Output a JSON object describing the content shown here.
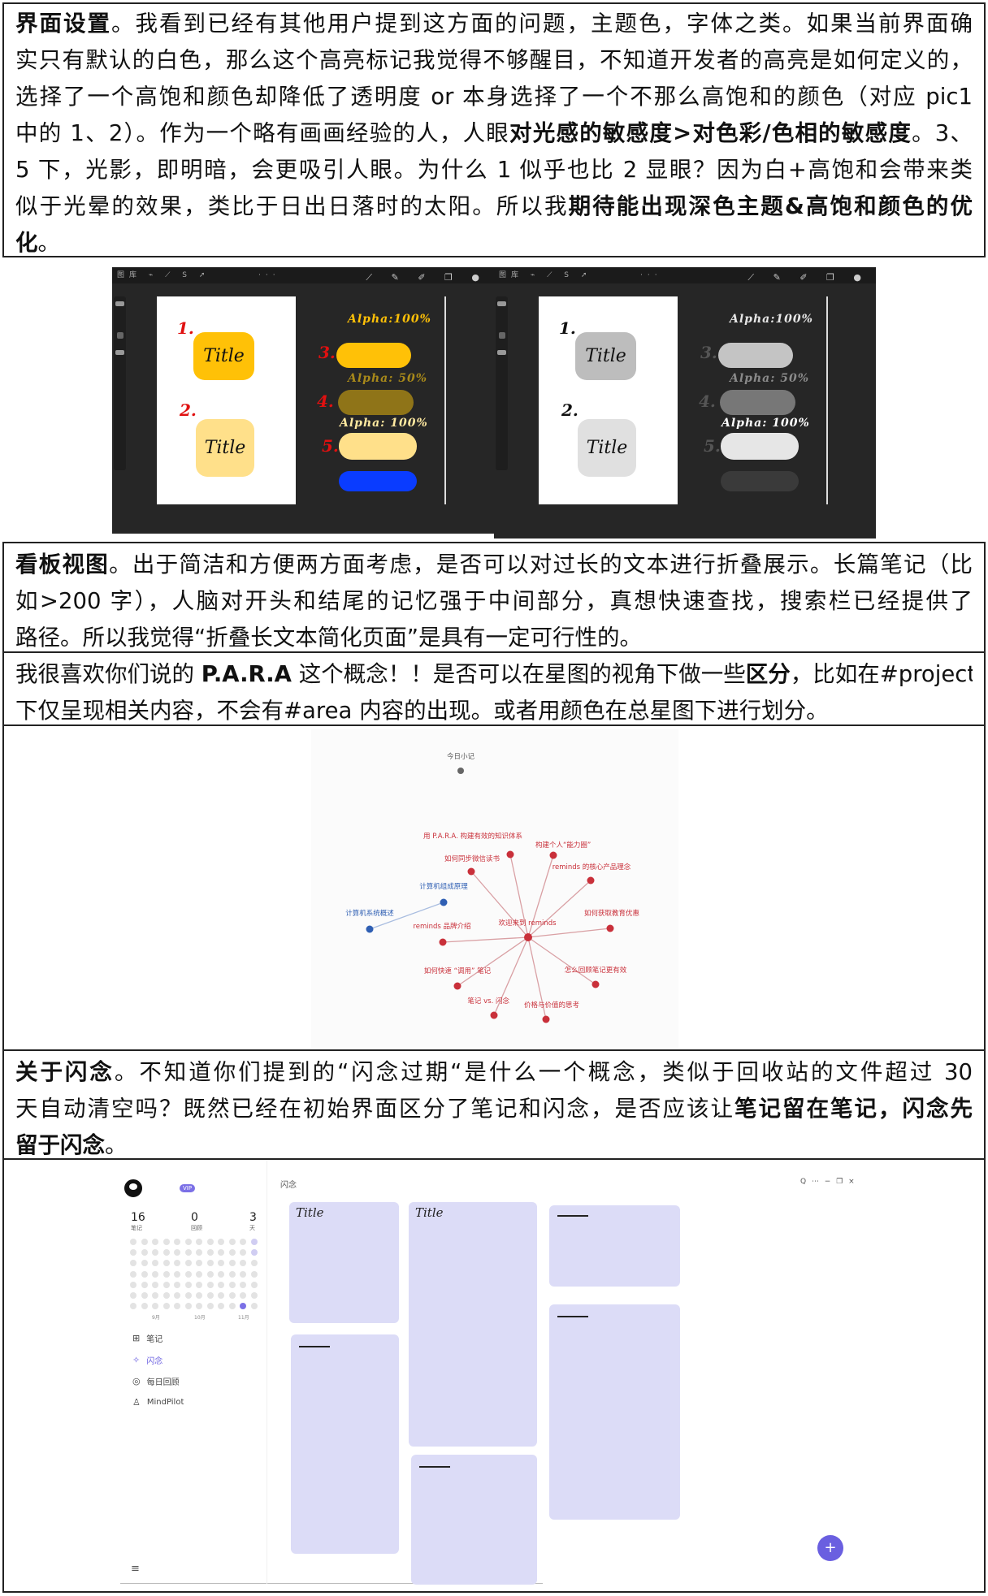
{
  "rows": [
    {
      "lines": [
        [
          {
            "text": "界面设置",
            "bold": true
          },
          {
            "text": "。我看到已经有其他用户提到这方面的问题，主题色，字体之类。如果当前界面确",
            "bold": false
          }
        ],
        [
          {
            "text": "实只有默认的白色，那么这个高亮标记我觉得不够醒目，不知道开发者的高亮是如何定义的，",
            "bold": false
          }
        ],
        [
          {
            "text": "选择了一个高饱和颜色却降低了透明度 or 本身选择了一个不那么高饱和的颜色（对应 pic1",
            "bold": false
          }
        ],
        [
          {
            "text": "中的 1、2）。作为一个略有画画经验的人，人眼",
            "bold": false
          },
          {
            "text": "对光感的敏感度>对色彩/色相的敏感度",
            "bold": true
          },
          {
            "text": "。3、",
            "bold": false
          }
        ],
        [
          {
            "text": "5 下，光影，即明暗，会更吸引人眼。为什么 1 似乎也比 2 显眼？因为白+高饱和会带来类",
            "bold": false
          }
        ],
        [
          {
            "text": "似于光晕的效果，类比于日出日落时的太阳。所以我",
            "bold": false
          },
          {
            "text": "期待能出现深色主题&高饱和颜色的优",
            "bold": true
          }
        ],
        [
          {
            "text": "化",
            "bold": true
          },
          {
            "text": "。",
            "bold": false
          }
        ]
      ]
    },
    {
      "lines": [
        [
          {
            "text": "看板视图",
            "bold": true
          },
          {
            "text": "。出于简洁和方便两方面考虑，是否可以对过长的文本进行折叠展示。长篇笔记（比",
            "bold": false
          }
        ],
        [
          {
            "text": "如>200 字），人脑对开头和结尾的记忆强于中间部分，真想快速查找，搜索栏已经提供了",
            "bold": false
          }
        ],
        [
          {
            "text": "路径。所以我觉得“折叠长文本简化页面”是具有一定可行性的。",
            "bold": false
          }
        ]
      ]
    },
    {
      "lines": [
        [
          {
            "text": "我很喜欢你们说的 ",
            "bold": false
          },
          {
            "text": "P.A.R.A",
            "bold": true
          },
          {
            "text": " 这个概念！！是否可以在星图的视角下做一些",
            "bold": false
          },
          {
            "text": "区分",
            "bold": true
          },
          {
            "text": "，比如在#project",
            "bold": false
          }
        ],
        [
          {
            "text": "下仅呈现相关内容，不会有#area 内容的出现。或者用颜色在总星图下进行划分。",
            "bold": false
          }
        ]
      ]
    },
    {
      "lines": [
        [
          {
            "text": "关于闪念",
            "bold": true
          },
          {
            "text": "。不知道你们提到的“闪念过期“是什么一个概念，类似于回收站的文件超过 30",
            "bold": false
          }
        ],
        [
          {
            "text": "天自动清空吗？既然已经在初始界面区分了笔记和闪念，是否应该让",
            "bold": false
          },
          {
            "text": "笔记留在笔记，闪念先",
            "bold": true
          }
        ],
        [
          {
            "text": "留于闪念",
            "bold": true
          },
          {
            "text": "。",
            "bold": false
          }
        ]
      ]
    }
  ],
  "pic1": {
    "toolbar_left": "图库 ⌁ ⟋ S ➚",
    "toolbar_dots": "···",
    "toolbar_right": "⟋ ✎ ✐ ❐ ●",
    "num1": "1.",
    "num2": "2.",
    "num3": "3.",
    "num4": "4.",
    "num5": "5.",
    "card_title": "Title",
    "alpha1": "Alpha:100%",
    "alpha2": "Alpha: 50%",
    "alpha3": "Alpha: 100%"
  },
  "graph": {
    "today": "今日小记",
    "center": "欢迎来到 reminds",
    "red_labels": [
      "用 P.A.R.A. 构建有效的知识体系",
      "构建个人“能力圈”",
      "如何同步微信读书",
      "reminds 的核心产品理念",
      "如何获取教育优惠",
      "怎么回顾笔记更有效",
      "价格与价值的思考",
      "笔记 vs. 闪念",
      "如何快速 “调用” 笔记",
      "reminds 品牌介绍"
    ],
    "blue_labels": [
      "计算机组成原理",
      "计算机系统概述"
    ],
    "colors": {
      "red": "#c9303a",
      "blue": "#2f5fb3",
      "edge_red": "#d9a0a4",
      "edge_blue": "#a9bde0"
    }
  },
  "app": {
    "vip": "VIP",
    "stats": [
      {
        "value": "16",
        "label": "笔记"
      },
      {
        "value": "0",
        "label": "回顾"
      },
      {
        "value": "3",
        "label": "天"
      }
    ],
    "months": [
      "9月",
      "10月",
      "11月"
    ],
    "menu": [
      {
        "icon": "grid-icon",
        "label": "笔记"
      },
      {
        "icon": "flash-icon",
        "label": "闪念"
      },
      {
        "icon": "review-icon",
        "label": "每日回顾"
      },
      {
        "icon": "robot-icon",
        "label": "MindPilot"
      }
    ],
    "header_title": "闪念",
    "window_controls": "Q ⋯ − ❐ ×",
    "card_title": "Title",
    "fab": "+",
    "accent": "#6a5fe0"
  }
}
